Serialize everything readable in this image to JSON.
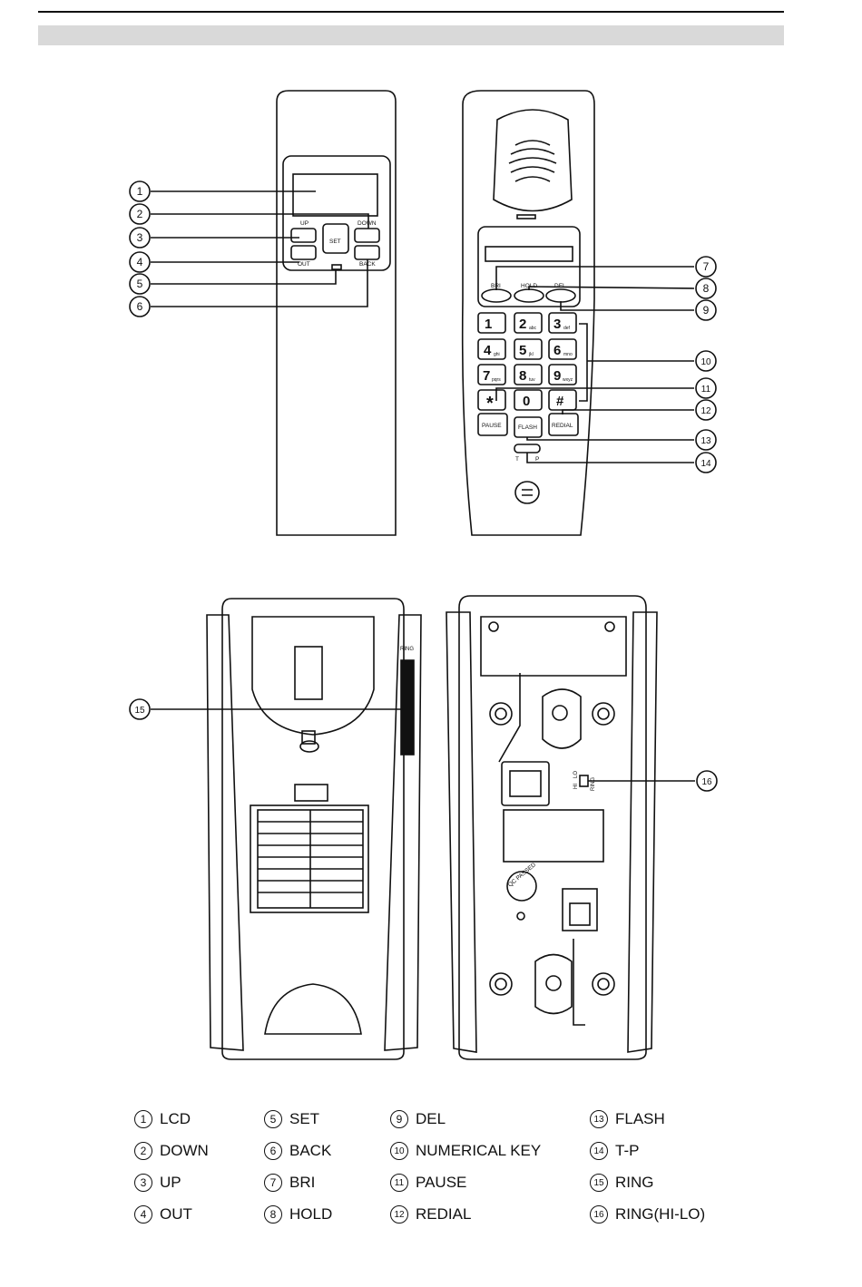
{
  "callouts": [
    {
      "n": "1",
      "label": "LCD"
    },
    {
      "n": "2",
      "label": "DOWN"
    },
    {
      "n": "3",
      "label": "UP"
    },
    {
      "n": "4",
      "label": "OUT"
    },
    {
      "n": "5",
      "label": "SET"
    },
    {
      "n": "6",
      "label": "BACK"
    },
    {
      "n": "7",
      "label": "BRI"
    },
    {
      "n": "8",
      "label": "HOLD"
    },
    {
      "n": "9",
      "label": "DEL"
    },
    {
      "n": "10",
      "label": "NUMERICAL KEY"
    },
    {
      "n": "11",
      "label": "PAUSE"
    },
    {
      "n": "12",
      "label": "REDIAL"
    },
    {
      "n": "13",
      "label": "FLASH"
    },
    {
      "n": "14",
      "label": "T-P"
    },
    {
      "n": "15",
      "label": "RING"
    },
    {
      "n": "16",
      "label": "RING(HI-LO)"
    }
  ],
  "back_handset": {
    "up": "UP",
    "down": "DOWN",
    "set": "SET",
    "out": "OUT",
    "back": "BACK"
  },
  "front_handset": {
    "bri": "BRI",
    "hold": "HOLD",
    "del": "DEL",
    "keys": [
      {
        "d": "1",
        "s": ""
      },
      {
        "d": "2",
        "s": "abc"
      },
      {
        "d": "3",
        "s": "def"
      },
      {
        "d": "4",
        "s": "ghi"
      },
      {
        "d": "5",
        "s": "jkl"
      },
      {
        "d": "6",
        "s": "mno"
      },
      {
        "d": "7",
        "s": "pqrs"
      },
      {
        "d": "8",
        "s": "tuv"
      },
      {
        "d": "9",
        "s": "wxyz"
      },
      {
        "d": "*",
        "s": ""
      },
      {
        "d": "0",
        "s": ""
      },
      {
        "d": "#",
        "s": ""
      }
    ],
    "pause": "PAUSE",
    "flash": "FLASH",
    "redial": "REDIAL",
    "t": "T",
    "p": "P"
  },
  "base_left": {
    "ring": "RING"
  },
  "base_right": {
    "hi": "HI",
    "lo": "LO",
    "ring": "RING",
    "sticker": "QC PASSED"
  }
}
